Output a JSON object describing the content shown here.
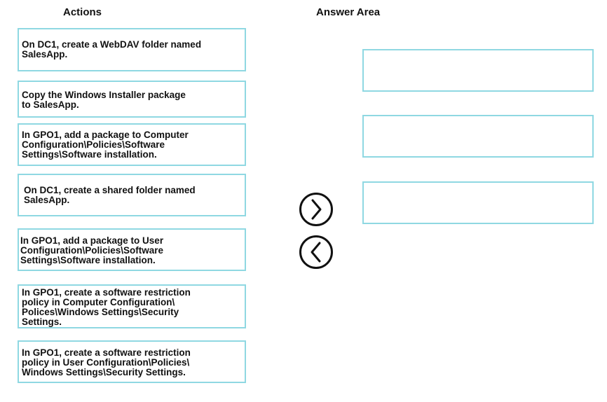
{
  "headings": {
    "actions": "Actions",
    "answer_area": "Answer Area"
  },
  "actions": [
    "On DC1, create a WebDAV folder named\nSalesApp.",
    "Copy the Windows Installer package\nto SalesApp.",
    "In GPO1, add a package to Computer\nConfiguration\\Policies\\Software\nSettings\\Software installation.",
    "On DC1, create a shared folder named\nSalesApp.",
    "In GPO1, add a package to User\nConfiguration\\Policies\\Software\nSettings\\Software installation.",
    "In GPO1, create a software restriction\npolicy in Computer Configuration\\\nPolices\\Windows Settings\\Security\nSettings.",
    "In GPO1, create a software restriction\npolicy in User Configuration\\Policies\\\nWindows Settings\\Security Settings."
  ],
  "answer_slots": [
    "",
    "",
    ""
  ],
  "controls": {
    "move_right_icon": "chevron-right-circle-icon",
    "move_left_icon": "chevron-left-circle-icon"
  },
  "colors": {
    "box_border": "#8fd8e2",
    "text": "#111111"
  }
}
